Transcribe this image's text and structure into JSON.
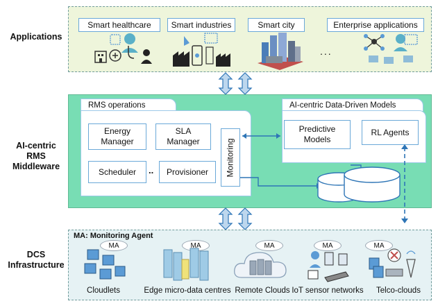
{
  "layers": {
    "applications": "Applications",
    "middleware": [
      "AI-centric",
      "RMS",
      "Middleware"
    ],
    "infrastructure": [
      "DCS",
      "Infrastructure"
    ]
  },
  "applications": {
    "items": [
      "Smart healthcare",
      "Smart industries",
      "Smart city",
      "Enterprise applications"
    ],
    "more": "..."
  },
  "rms_operations": {
    "title": "RMS operations",
    "energy_manager": [
      "Energy",
      "Manager"
    ],
    "sla_manager": [
      "SLA",
      "Manager"
    ],
    "scheduler": "Scheduler",
    "separator": "..",
    "provisioner": "Provisioner",
    "monitoring": "Monitoring"
  },
  "ai_models": {
    "title": "AI-centric Data-Driven Models",
    "predictive": [
      "Predictive",
      "Models"
    ],
    "rl_agents": "RL Agents"
  },
  "infrastructure": {
    "ma_legend": "MA: Monitoring Agent",
    "ma_tag": "MA",
    "items": [
      "Cloudlets",
      "Edge micro-data centres",
      "Remote Clouds",
      "IoT sensor networks",
      "Telco-clouds"
    ]
  },
  "colors": {
    "applications_band": "#eef5db",
    "middleware_band": "#78ddb4",
    "infrastructure_band": "#e6f2f4",
    "box_border": "#6aa8d8",
    "arrow": "#2e75b6"
  }
}
